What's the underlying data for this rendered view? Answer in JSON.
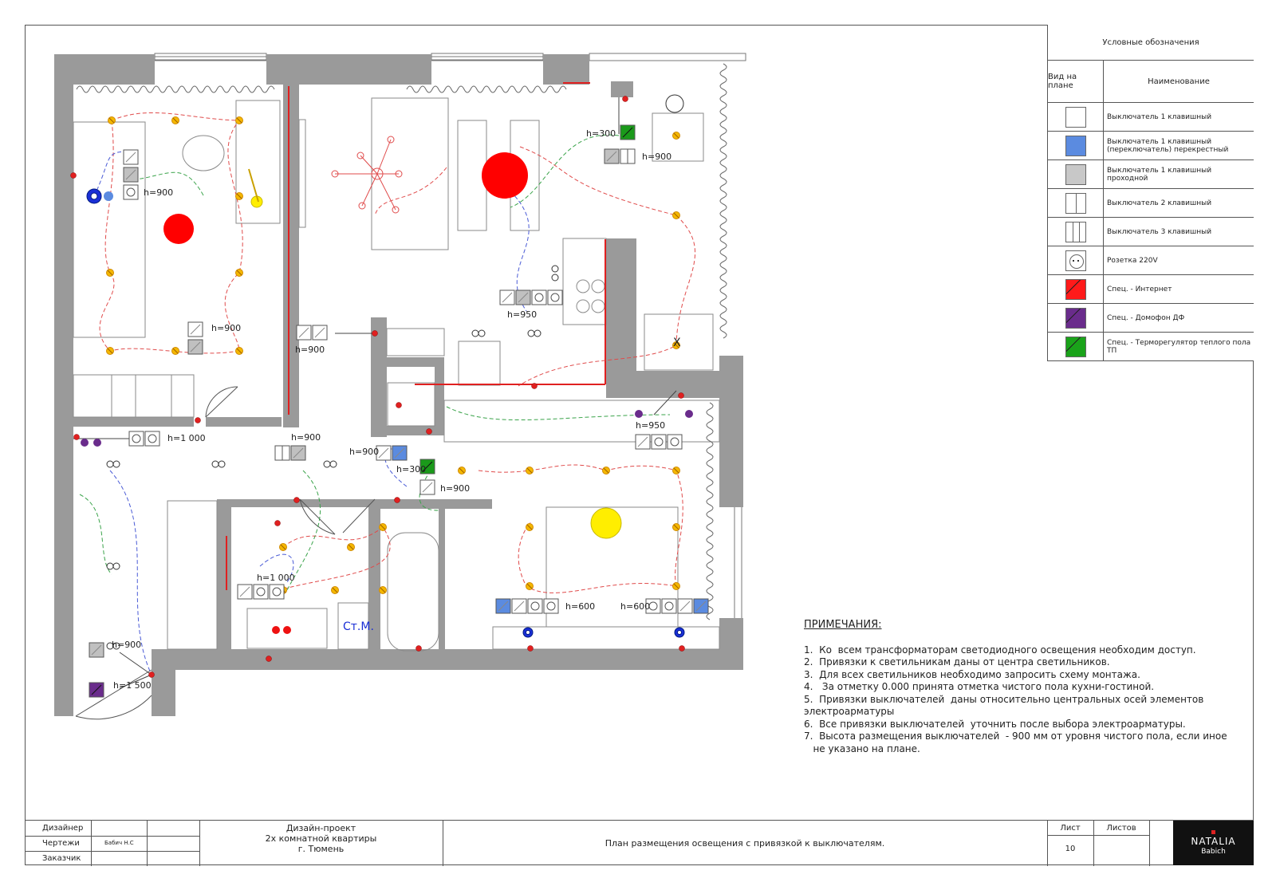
{
  "legend": {
    "title": "Условные обозначения",
    "col_symbol": "Вид на плане",
    "col_name": "Наименование",
    "items": [
      {
        "name": "Выключатель 1 клавишный",
        "icon": "switch-1-icon",
        "color": "#ffffff"
      },
      {
        "name": "Выключатель 1 клавишный (переключатель) перекрестный",
        "icon": "cross-switch-icon",
        "color": "#5b8be0"
      },
      {
        "name": "Выключатель 1 клавишный проходной",
        "icon": "pass-switch-icon",
        "color": "#c8c8c8"
      },
      {
        "name": "Выключатель 2 клавишный",
        "icon": "switch-2-icon",
        "color": "#ffffff"
      },
      {
        "name": "Выключатель 3 клавишный",
        "icon": "switch-3-icon",
        "color": "#ffffff"
      },
      {
        "name": "Розетка 220V",
        "icon": "socket-icon",
        "color": "#ffffff"
      },
      {
        "name": "Спец. - Интернет",
        "icon": "internet-icon",
        "color": "#ff1a1a"
      },
      {
        "name": "Спец. - Домофон ДФ",
        "icon": "intercom-icon",
        "color": "#6a2c8c"
      },
      {
        "name": "Спец. - Терморегулятор теплого пола ТП",
        "icon": "thermostat-icon",
        "color": "#1aa31a"
      }
    ]
  },
  "plan_labels": {
    "h900_bed_left": "h=900",
    "h900_bed_door": "h=900",
    "h1000_hall": "h=1 000",
    "h900_living": "h=900",
    "h900_corridor": "h=900",
    "h300_top": "h=300",
    "h900_top": "h=900",
    "h950_kitchen": "h=950",
    "h950_bedroom": "h=950",
    "h900_center": "h=900",
    "h300_center": "h=300",
    "h900_center2": "h=900",
    "h1000_bath": "h=1 000",
    "h600_left": "h=600",
    "h600_right": "h=600",
    "h900_entry": "h=900",
    "h1500_entry": "h=1 500",
    "x_mark": "X",
    "st_m": "Ст.М."
  },
  "notes": {
    "title": "ПРИМЕЧАНИЯ:",
    "lines": [
      "1.  Ко  всем трансформаторам светодиодного освещения необходим доступ.",
      "2.  Привязки к светильникам даны от центра светильников.",
      "3.  Для всех светильников необходимо запросить схему монтажа.",
      "4.   За отметку 0.000 принята отметка чистого пола кухни-гостиной.",
      "5.  Привязки выключателей  даны относительно центральных осей элементов",
      "электроарматуры",
      "6.  Все привязки выключателей  уточнить после выбора электроарматуры.",
      "7.  Высота размещения выключателей  - 900 мм от уровня чистого пола, если иное",
      "   не указано на плане."
    ]
  },
  "title_block": {
    "designer_label": "Дизайнер",
    "drawn_label": "Чертежи",
    "drawn_value": "Бабич Н.С",
    "customer_label": "Заказчик",
    "project_line1": "Дизайн-проект",
    "project_line2": "2х комнатной квартиры",
    "project_line3": "г. Тюмень",
    "sheet_title": "План размещения освещения с привязкой к выключателям.",
    "sheet_label": "Лист",
    "sheets_label": "Листов",
    "sheet_number": "10",
    "logo_line1": "NATALIA",
    "logo_line2": "Babich"
  },
  "colors": {
    "wall": "#9a9a9a",
    "lamp": "#f5b800",
    "red_wire": "#e04b4b",
    "blue_wire": "#4a5bd6",
    "green_wire": "#3aa34a",
    "pendant": "#ff0000",
    "ceiling_yellow": "#ffee00"
  }
}
